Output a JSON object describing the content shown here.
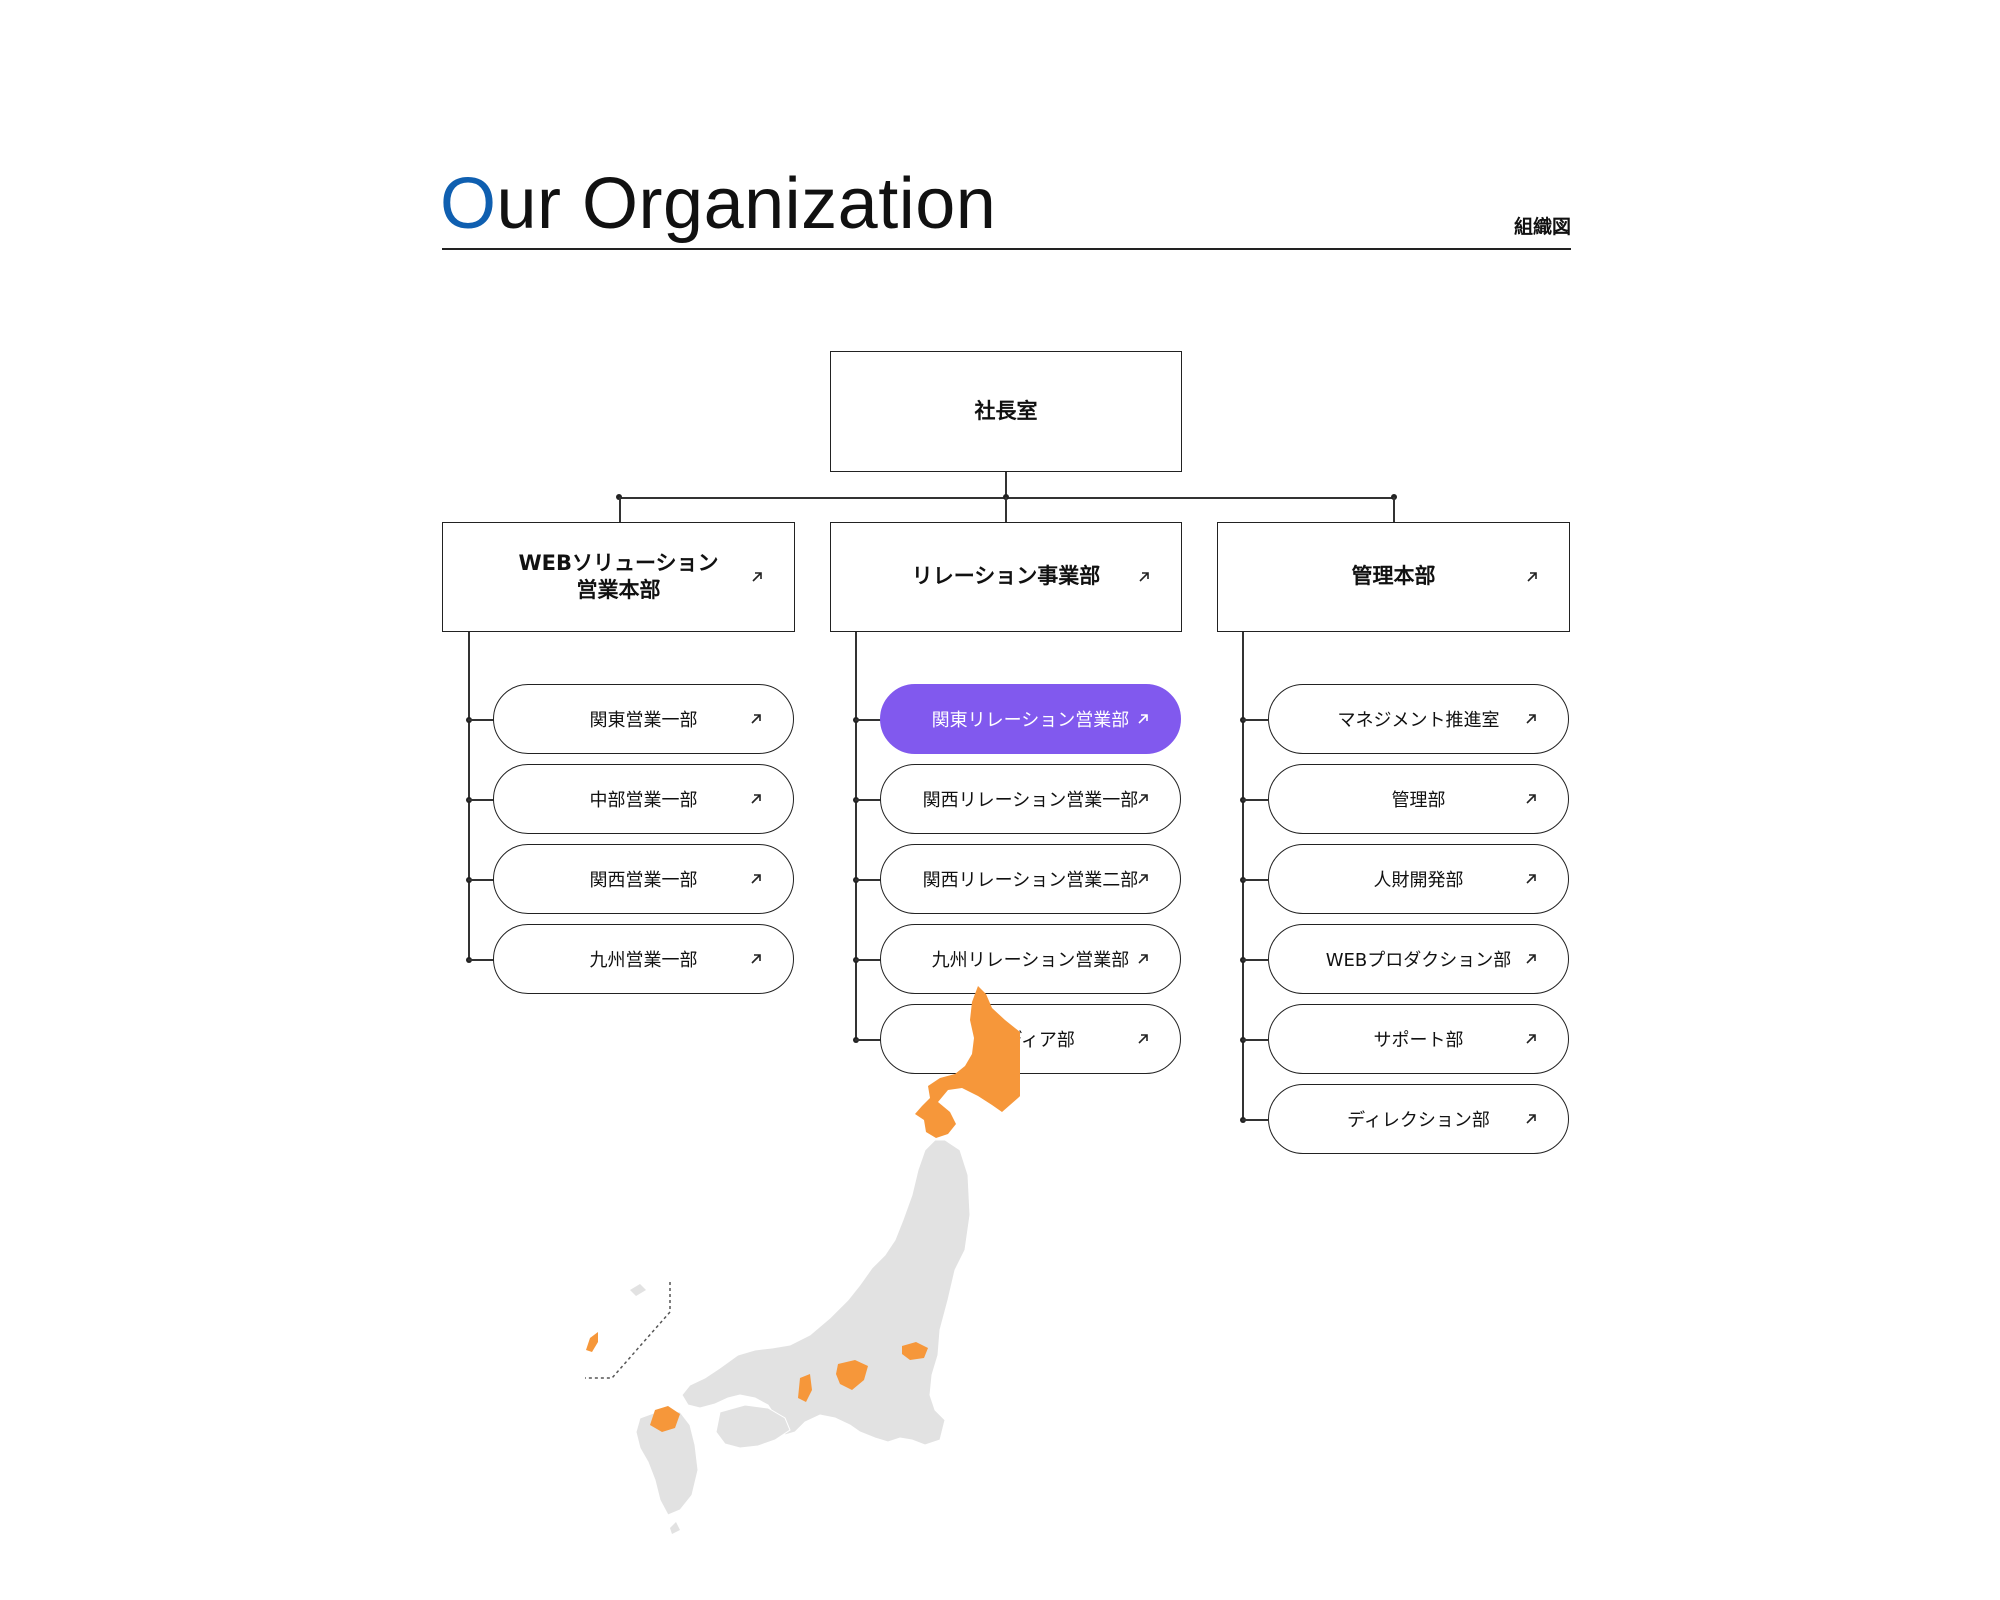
{
  "header": {
    "title_accent": "O",
    "title_rest": "ur Organization",
    "subtitle": "組織図"
  },
  "org": {
    "root": {
      "label": "社長室"
    },
    "divisions": [
      {
        "label_line1": "WEBソリューション",
        "label_line2": "営業本部",
        "departments": [
          "関東営業一部",
          "中部営業一部",
          "関西営業一部",
          "九州営業一部"
        ]
      },
      {
        "label_line1": "リレーション事業部",
        "label_line2": "",
        "departments": [
          "関東リレーション営業部",
          "関西リレーション営業一部",
          "関西リレーション営業二部",
          "九州リレーション営業部",
          "メディア部"
        ]
      },
      {
        "label_line1": "管理本部",
        "label_line2": "",
        "departments": [
          "マネジメント推進室",
          "管理部",
          "人財開発部",
          "WEBプロダクション部",
          "サポート部",
          "ディレクション部"
        ]
      }
    ],
    "active_department": "関東リレーション営業部"
  },
  "map": {
    "highlighted_regions": [
      "北海道",
      "東京",
      "愛知",
      "大阪",
      "福岡",
      "沖縄"
    ]
  },
  "colors": {
    "accent_blue": "#0f5fb0",
    "active_purple": "#8159ee",
    "map_highlight": "#f6973a",
    "map_base": "#e2e2e2",
    "line": "#222222"
  },
  "icons": {
    "link_arrow": "arrow-up-right-icon"
  }
}
